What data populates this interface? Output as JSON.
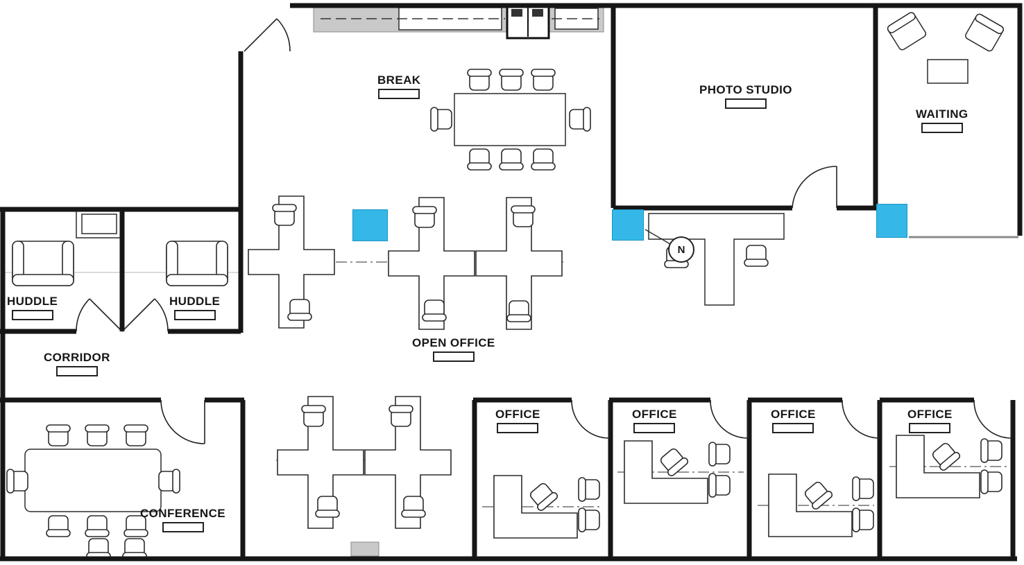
{
  "plan": {
    "rooms": [
      {
        "id": "break",
        "label": "BREAK"
      },
      {
        "id": "photo-studio",
        "label": "PHOTO STUDIO"
      },
      {
        "id": "waiting",
        "label": "WAITING"
      },
      {
        "id": "huddle-left",
        "label": "HUDDLE"
      },
      {
        "id": "huddle-right",
        "label": "HUDDLE"
      },
      {
        "id": "corridor",
        "label": "CORRIDOR"
      },
      {
        "id": "open-office",
        "label": "OPEN OFFICE"
      },
      {
        "id": "conference",
        "label": "CONFERENCE"
      },
      {
        "id": "office-1",
        "label": "OFFICE"
      },
      {
        "id": "office-2",
        "label": "OFFICE"
      },
      {
        "id": "office-3",
        "label": "OFFICE"
      },
      {
        "id": "office-4",
        "label": "OFFICE"
      }
    ],
    "north_indicator": "N",
    "colors": {
      "highlight": "#35b8e8",
      "wall": "#161616",
      "counter_gray": "#c9c9c9",
      "background": "#ffffff"
    }
  }
}
